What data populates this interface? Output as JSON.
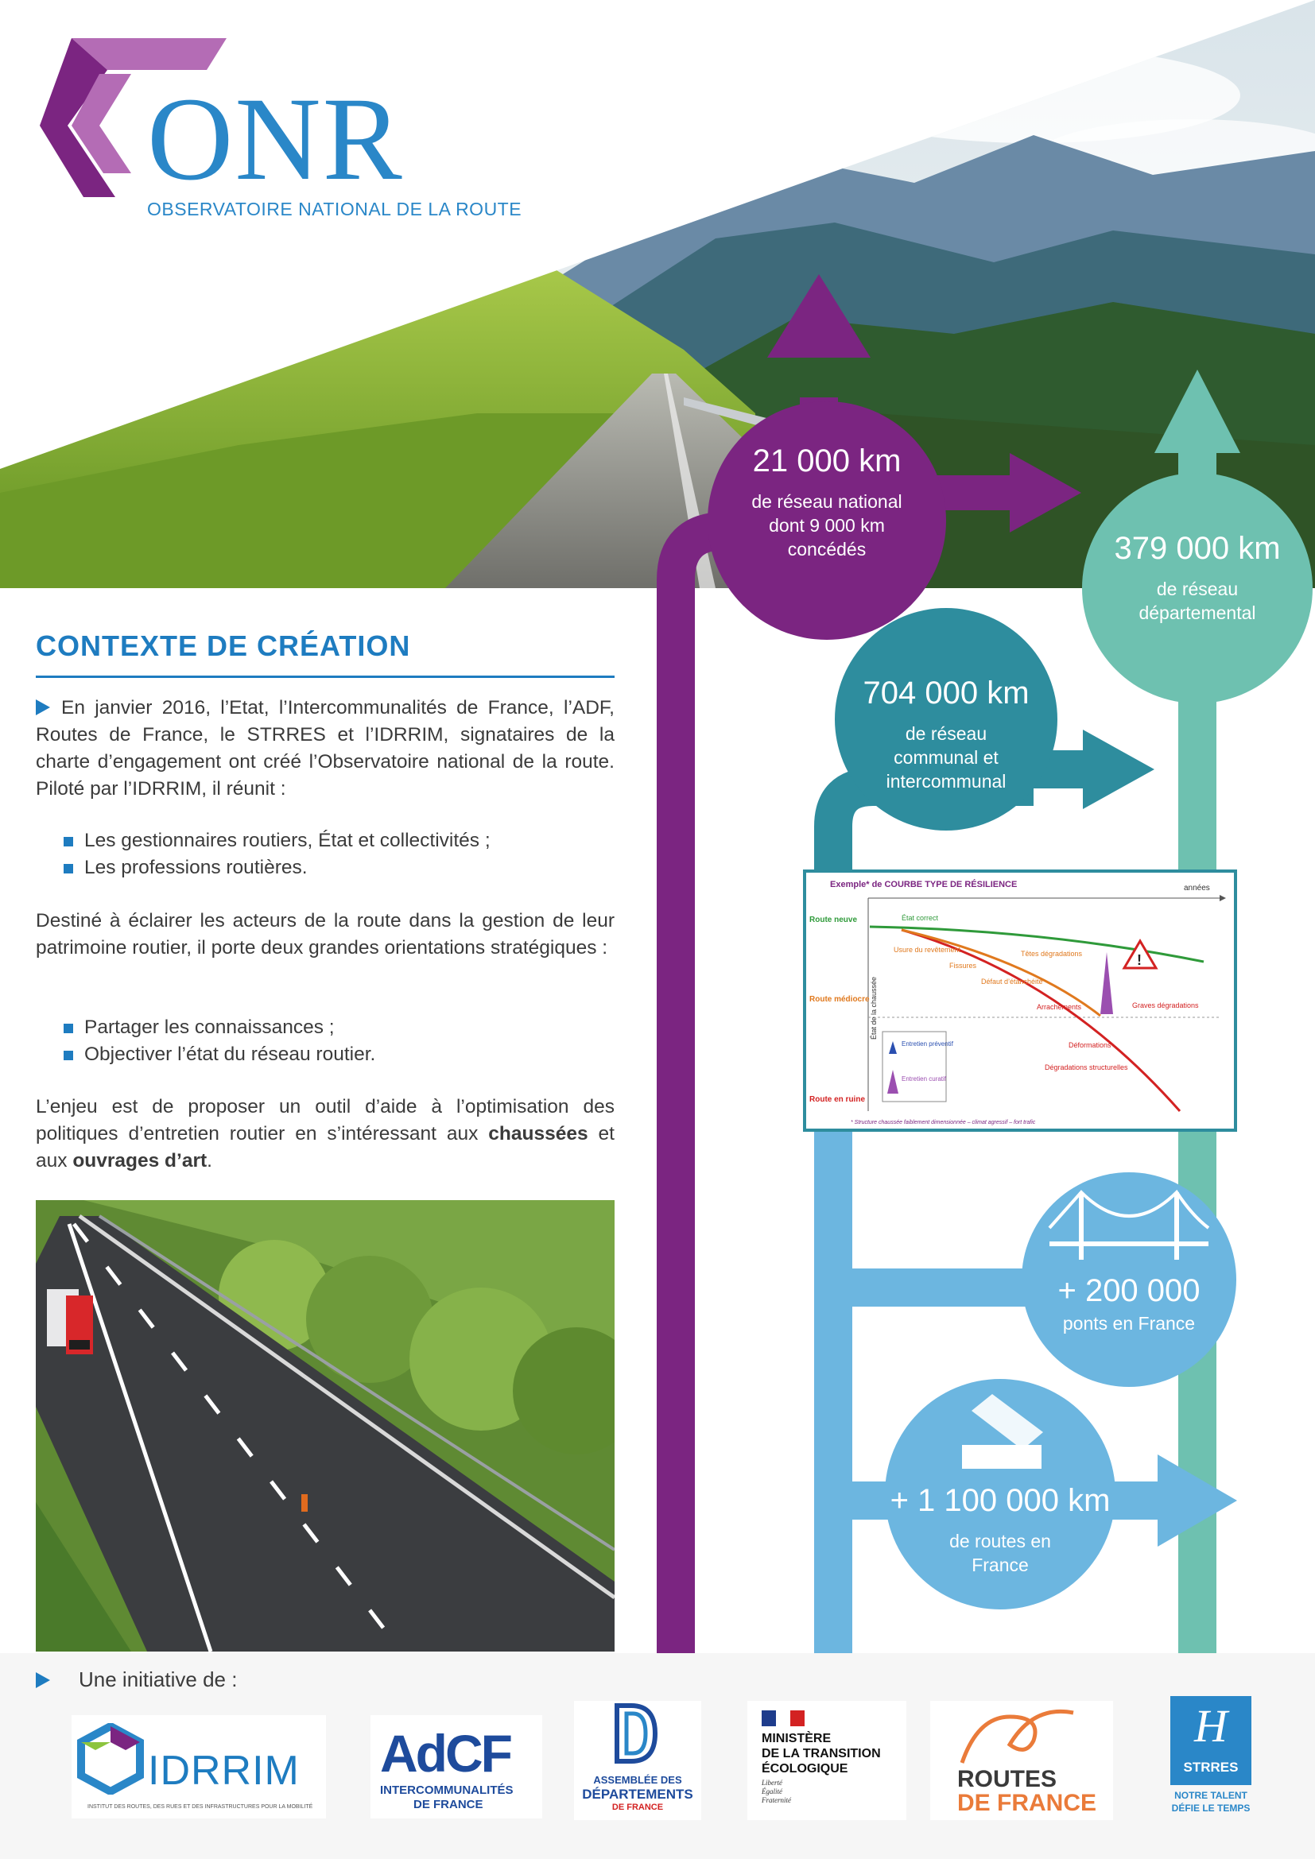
{
  "logo": {
    "name": "ONR",
    "subtitle": "OBSERVATOIRE NATIONAL DE LA ROUTE"
  },
  "context": {
    "title": "CONTEXTE DE CRÉATION",
    "intro": "En janvier 2016, l’Etat, l’Intercommunalités de France, l’ADF, Routes de France, le STRRES et l’IDRRIM, signataires de la charte d’engagement ont créé l’Observatoire national de la route. Piloté par l’IDRRIM, il réunit :",
    "members": [
      "Les gestionnaires routiers, État et collectivités ;",
      "Les professions routières."
    ],
    "purpose": "Destiné à éclairer les acteurs de la route dans la gestion de leur patrimoine routier, il porte deux grandes orientations stratégiques :",
    "orientations": [
      "Partager les connaissances ;",
      "Objectiver l’état du réseau routier."
    ],
    "issue_start": "L’enjeu est de proposer un outil d’aide à l’optimisation des politiques d’entretien routier en s’intéressant aux ",
    "issue_bold1": "chaussées",
    "issue_mid": " et aux ",
    "issue_bold2": "ouvrages d’art",
    "issue_end": "."
  },
  "stats": {
    "national": {
      "value": "21 000 km",
      "label1": "de réseau national",
      "label2": "dont 9 000 km",
      "label3": "concédés"
    },
    "departemental": {
      "value": "379 000 km",
      "label1": "de réseau",
      "label2": "départemental"
    },
    "communal": {
      "value": "704 000 km",
      "label1": "de réseau",
      "label2": "communal et",
      "label3": "intercommunal"
    },
    "ponts": {
      "value": "+ 200 000",
      "label1": "ponts en France"
    },
    "routes": {
      "value": "+ 1 100 000 km",
      "label1": "de routes en",
      "label2": "France"
    }
  },
  "resilience": {
    "title": "Exemple* de COURBE TYPE DE RÉSILIENCE",
    "x_label": "années",
    "y_label": "État de la chaussée",
    "levels": [
      "Route neuve",
      "Route médiocre",
      "Route en ruine"
    ],
    "labels": [
      "État correct",
      "Usure du revêtement",
      "Fissures",
      "Têtes dégradations",
      "Défaut d’étanchéité",
      "Arrachements",
      "Graves dégradations",
      "Déformations",
      "Dégradations structurelles"
    ],
    "legend": [
      "Entretien préventif",
      "Entretien curatif"
    ],
    "footnote": "* Structure chaussée faiblement dimensionnée – climat agressif – fort trafic"
  },
  "footer": {
    "initiative": "Une initiative de :",
    "idrrim": {
      "name": "IDRRIM",
      "sub": "INSTITUT DES ROUTES, DES RUES ET DES INFRASTRUCTURES POUR LA MOBILITÉ"
    },
    "adcf": {
      "name": "AdCF",
      "line1": "INTERCOMMUNALITÉS",
      "line2": "DE FRANCE"
    },
    "adf": {
      "line1": "ASSEMBLÉE DES",
      "line2": "DÉPARTEMENTS",
      "line3": "DE FRANCE"
    },
    "ministere": {
      "line1": "MINISTÈRE",
      "line2": "DE LA TRANSITION",
      "line3": "ÉCOLOGIQUE",
      "motto1": "Liberté",
      "motto2": "Égalité",
      "motto3": "Fraternité"
    },
    "routes": {
      "line1": "ROUTES",
      "line2": "DE FRANCE"
    },
    "strres": {
      "name": "STRRES",
      "line1": "NOTRE TALENT",
      "line2": "DÉFIE LE TEMPS"
    }
  },
  "colors": {
    "purple": "#7b2581",
    "teal": "#6ec1b0",
    "petrol": "#2e8d9e",
    "sky": "#6cb6e0",
    "blue": "#1e7cc0"
  }
}
